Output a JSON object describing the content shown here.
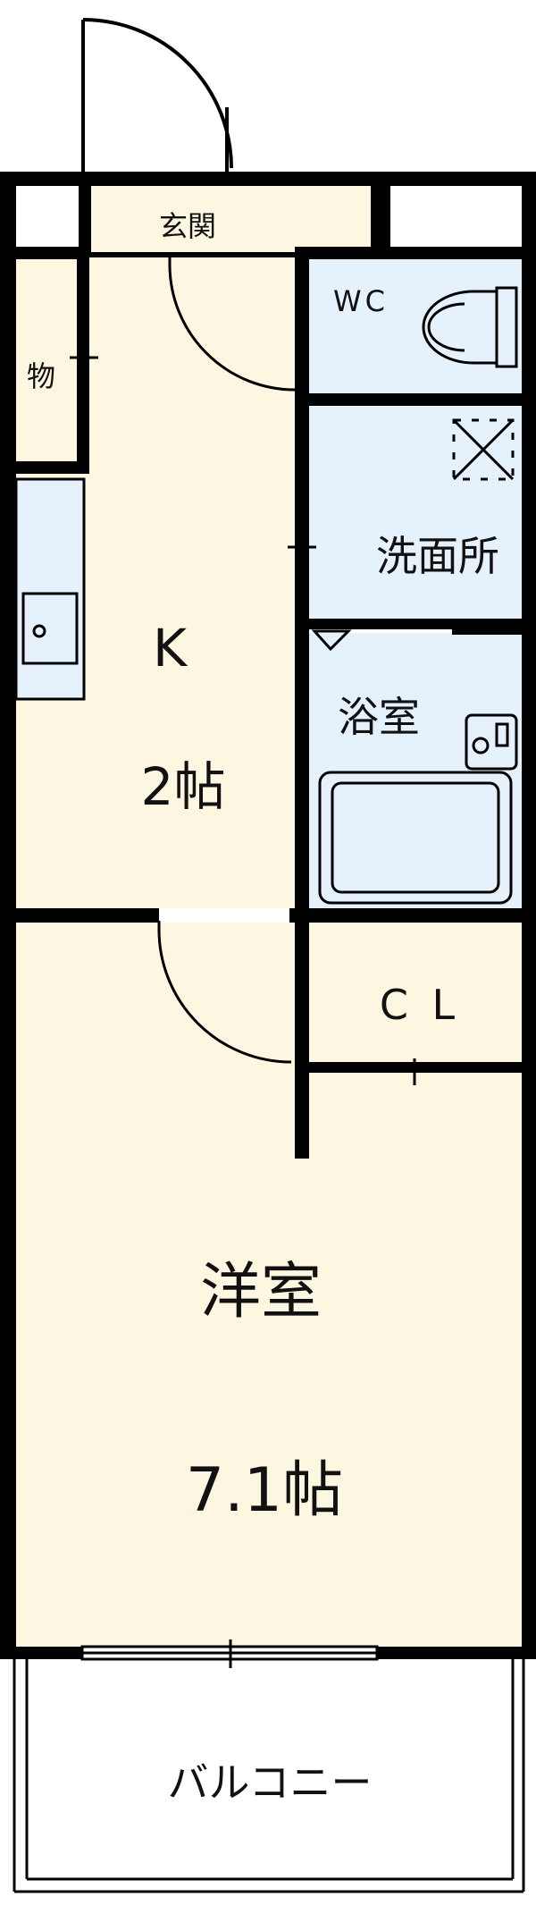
{
  "floorplan": {
    "colors": {
      "wall": "#000000",
      "floor": "#fdf6e0",
      "wet_area": "#e6f2fb",
      "storage": "#fde6ee",
      "outdoor": "#ffffff"
    },
    "labels": {
      "genkan": "玄関",
      "storage": "物",
      "wc": "WC",
      "washroom": "洗面所",
      "bath": "浴室",
      "kitchen_name": "K",
      "kitchen_size": "2帖",
      "closet": "C L",
      "western_room_name": "洋室",
      "western_room_size": "7.1帖",
      "balcony": "バルコニー"
    }
  }
}
